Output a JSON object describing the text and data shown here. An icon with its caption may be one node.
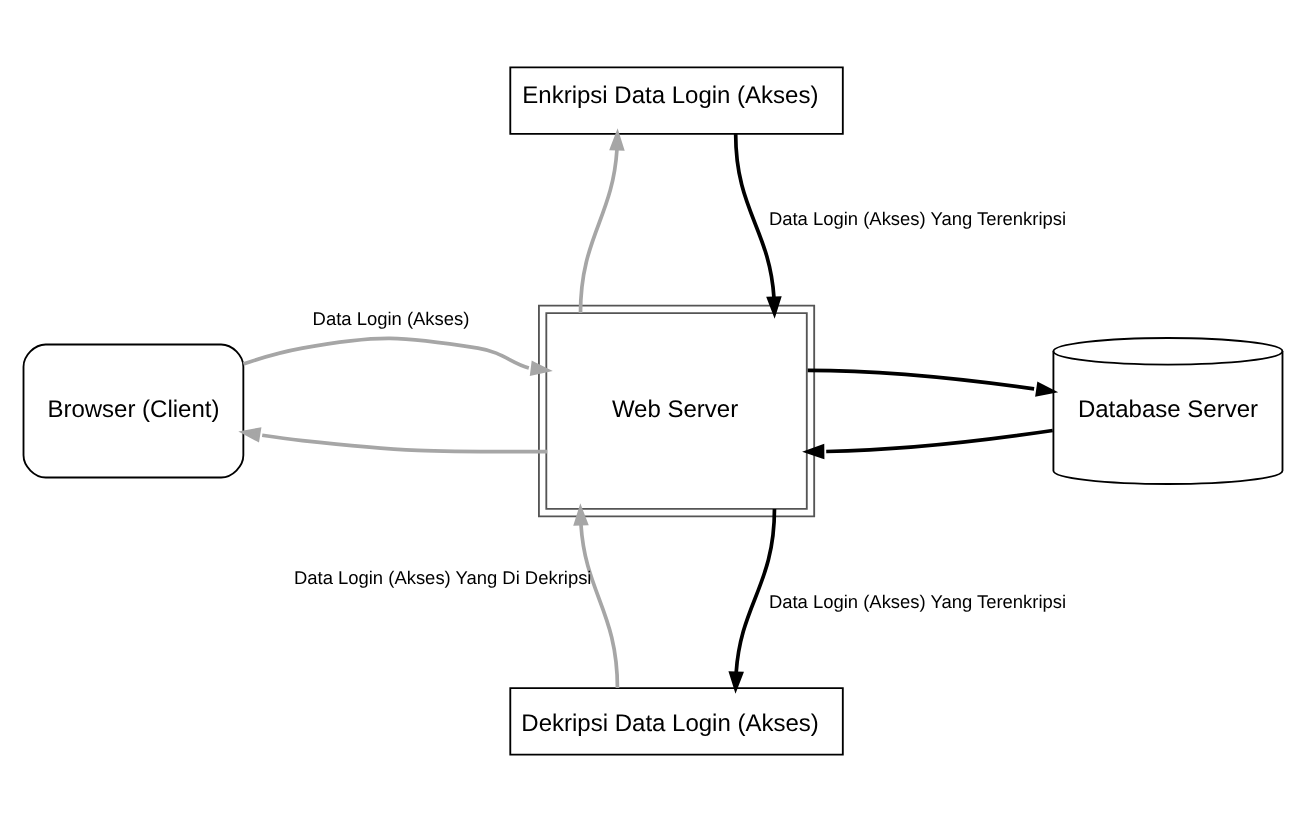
{
  "diagram": {
    "nodes": [
      {
        "text": [
          "Enkripsi Data Login (Akses)"
        ]
      },
      {
        "text": [
          "Browser (Client)"
        ]
      },
      {
        "text": [
          "Web Server"
        ]
      },
      {
        "text": [
          "Database Server"
        ]
      },
      {
        "text": [
          "Dekripsi Data Login (Akses)"
        ]
      }
    ],
    "edges": [
      {
        "from": 0,
        "to": 2,
        "arrow": "to",
        "label": "Data Login (Akses) Yang Terenkripsi"
      },
      {
        "from": 2,
        "to": 0,
        "arrow": "to",
        "color": "#a6a6a6"
      },
      {
        "from": 1,
        "to": 2,
        "arrow": "to",
        "label": "Data Login (Akses)",
        "color": "#a6a6a6"
      },
      {
        "from": 2,
        "to": 1,
        "arrow": "to",
        "color": "#a6a6a6"
      },
      {
        "from": 2,
        "to": 3,
        "arrow": "to"
      },
      {
        "from": 3,
        "to": 2,
        "arrow": "to"
      },
      {
        "from": 2,
        "to": 4,
        "arrow": "to",
        "label": "Data Login (Akses) Yang Terenkripsi"
      },
      {
        "from": 4,
        "to": 2,
        "arrow": "to",
        "label": "Data Login (Akses) Yang Di Dekripsi",
        "color": "#a6a6a6"
      }
    ]
  }
}
